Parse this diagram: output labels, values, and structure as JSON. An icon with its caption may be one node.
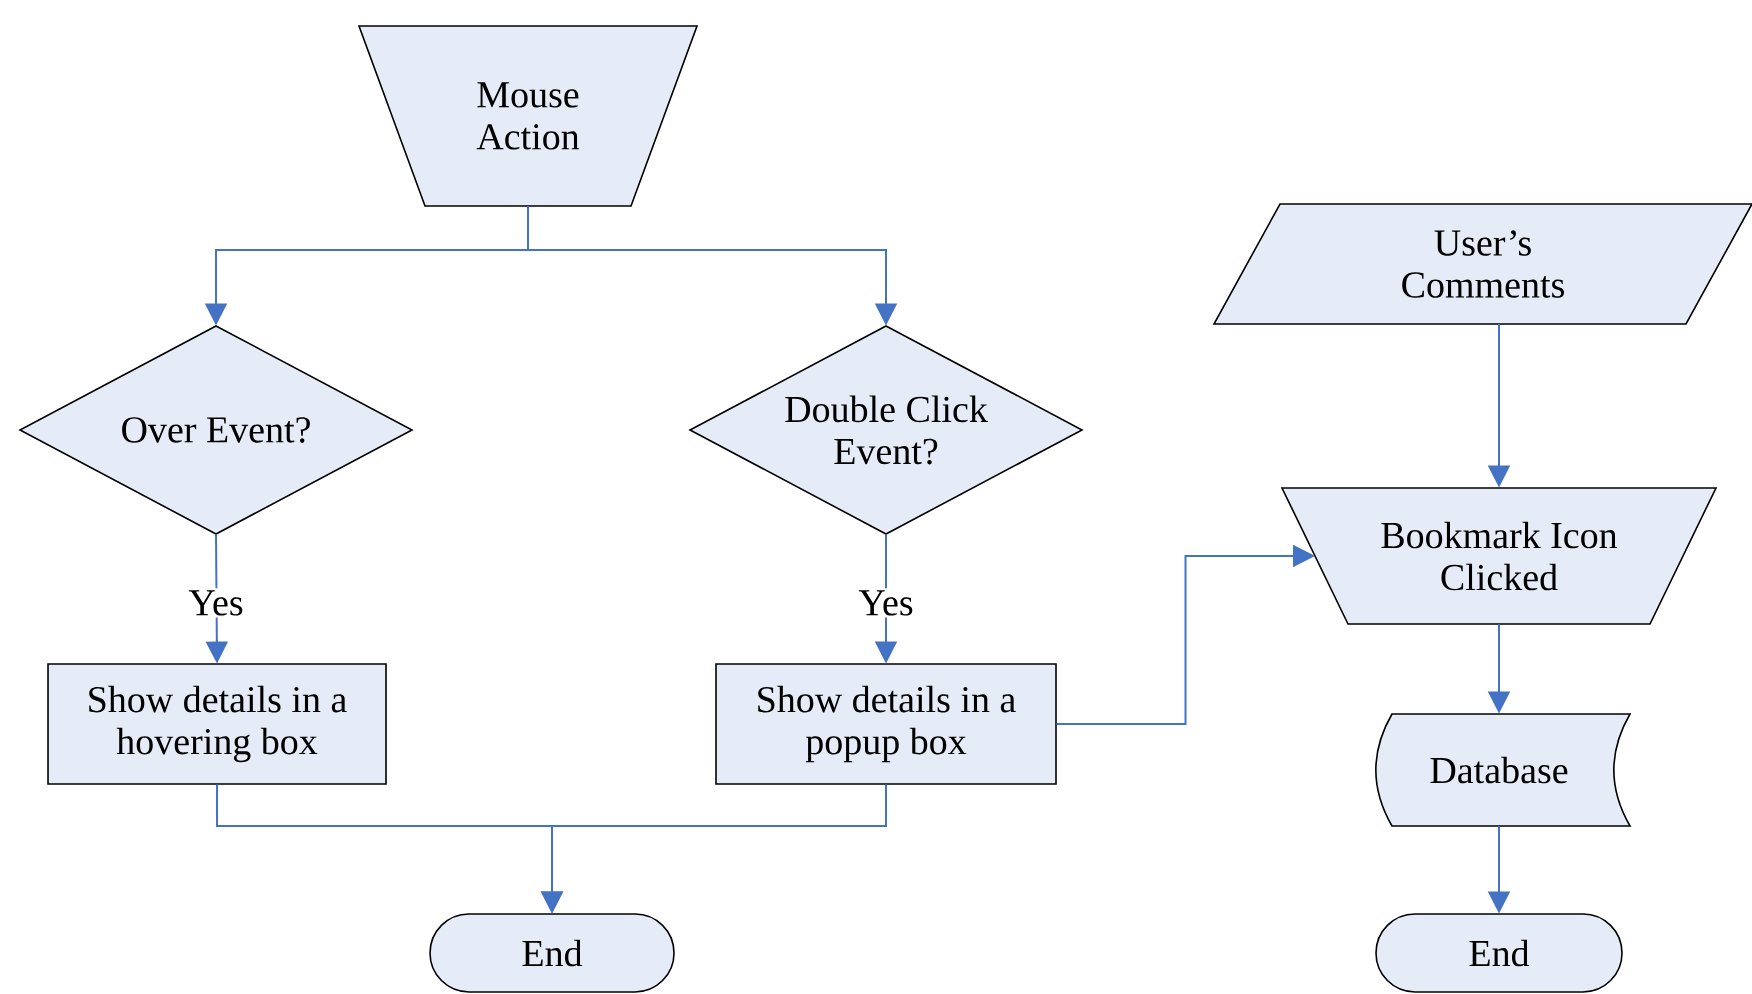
{
  "diagram": {
    "nodes": [
      {
        "text": [
          "Mouse Action"
        ]
      },
      {
        "text": [
          "Over Event?"
        ]
      },
      {
        "text": [
          "Double Click Event?"
        ]
      },
      {
        "text": [
          "Show details in a hovering box"
        ]
      },
      {
        "text": [
          "Show details in a popup box"
        ]
      },
      {
        "text": [
          "End"
        ]
      },
      {
        "text": [
          "User’s Comments"
        ]
      },
      {
        "text": [
          "Bookmark Icon Clicked"
        ]
      },
      {
        "text": [
          "Database"
        ]
      },
      {
        "text": [
          "End"
        ]
      }
    ],
    "edges": [
      {
        "from": 0,
        "to": 1,
        "arrow": "to"
      },
      {
        "from": 0,
        "to": 2,
        "arrow": "to"
      },
      {
        "from": 1,
        "to": 3,
        "arrow": "to",
        "label": "Yes"
      },
      {
        "from": 2,
        "to": 4,
        "arrow": "to",
        "label": "Yes"
      },
      {
        "from": 3,
        "to": 5,
        "arrow": "to"
      },
      {
        "from": 4,
        "to": 5,
        "arrow": "to"
      },
      {
        "from": 4,
        "to": 7,
        "arrow": "to"
      },
      {
        "from": 6,
        "to": 7,
        "arrow": "to"
      },
      {
        "from": 7,
        "to": 8,
        "arrow": "to"
      },
      {
        "from": 8,
        "to": 9,
        "arrow": "to"
      }
    ]
  }
}
